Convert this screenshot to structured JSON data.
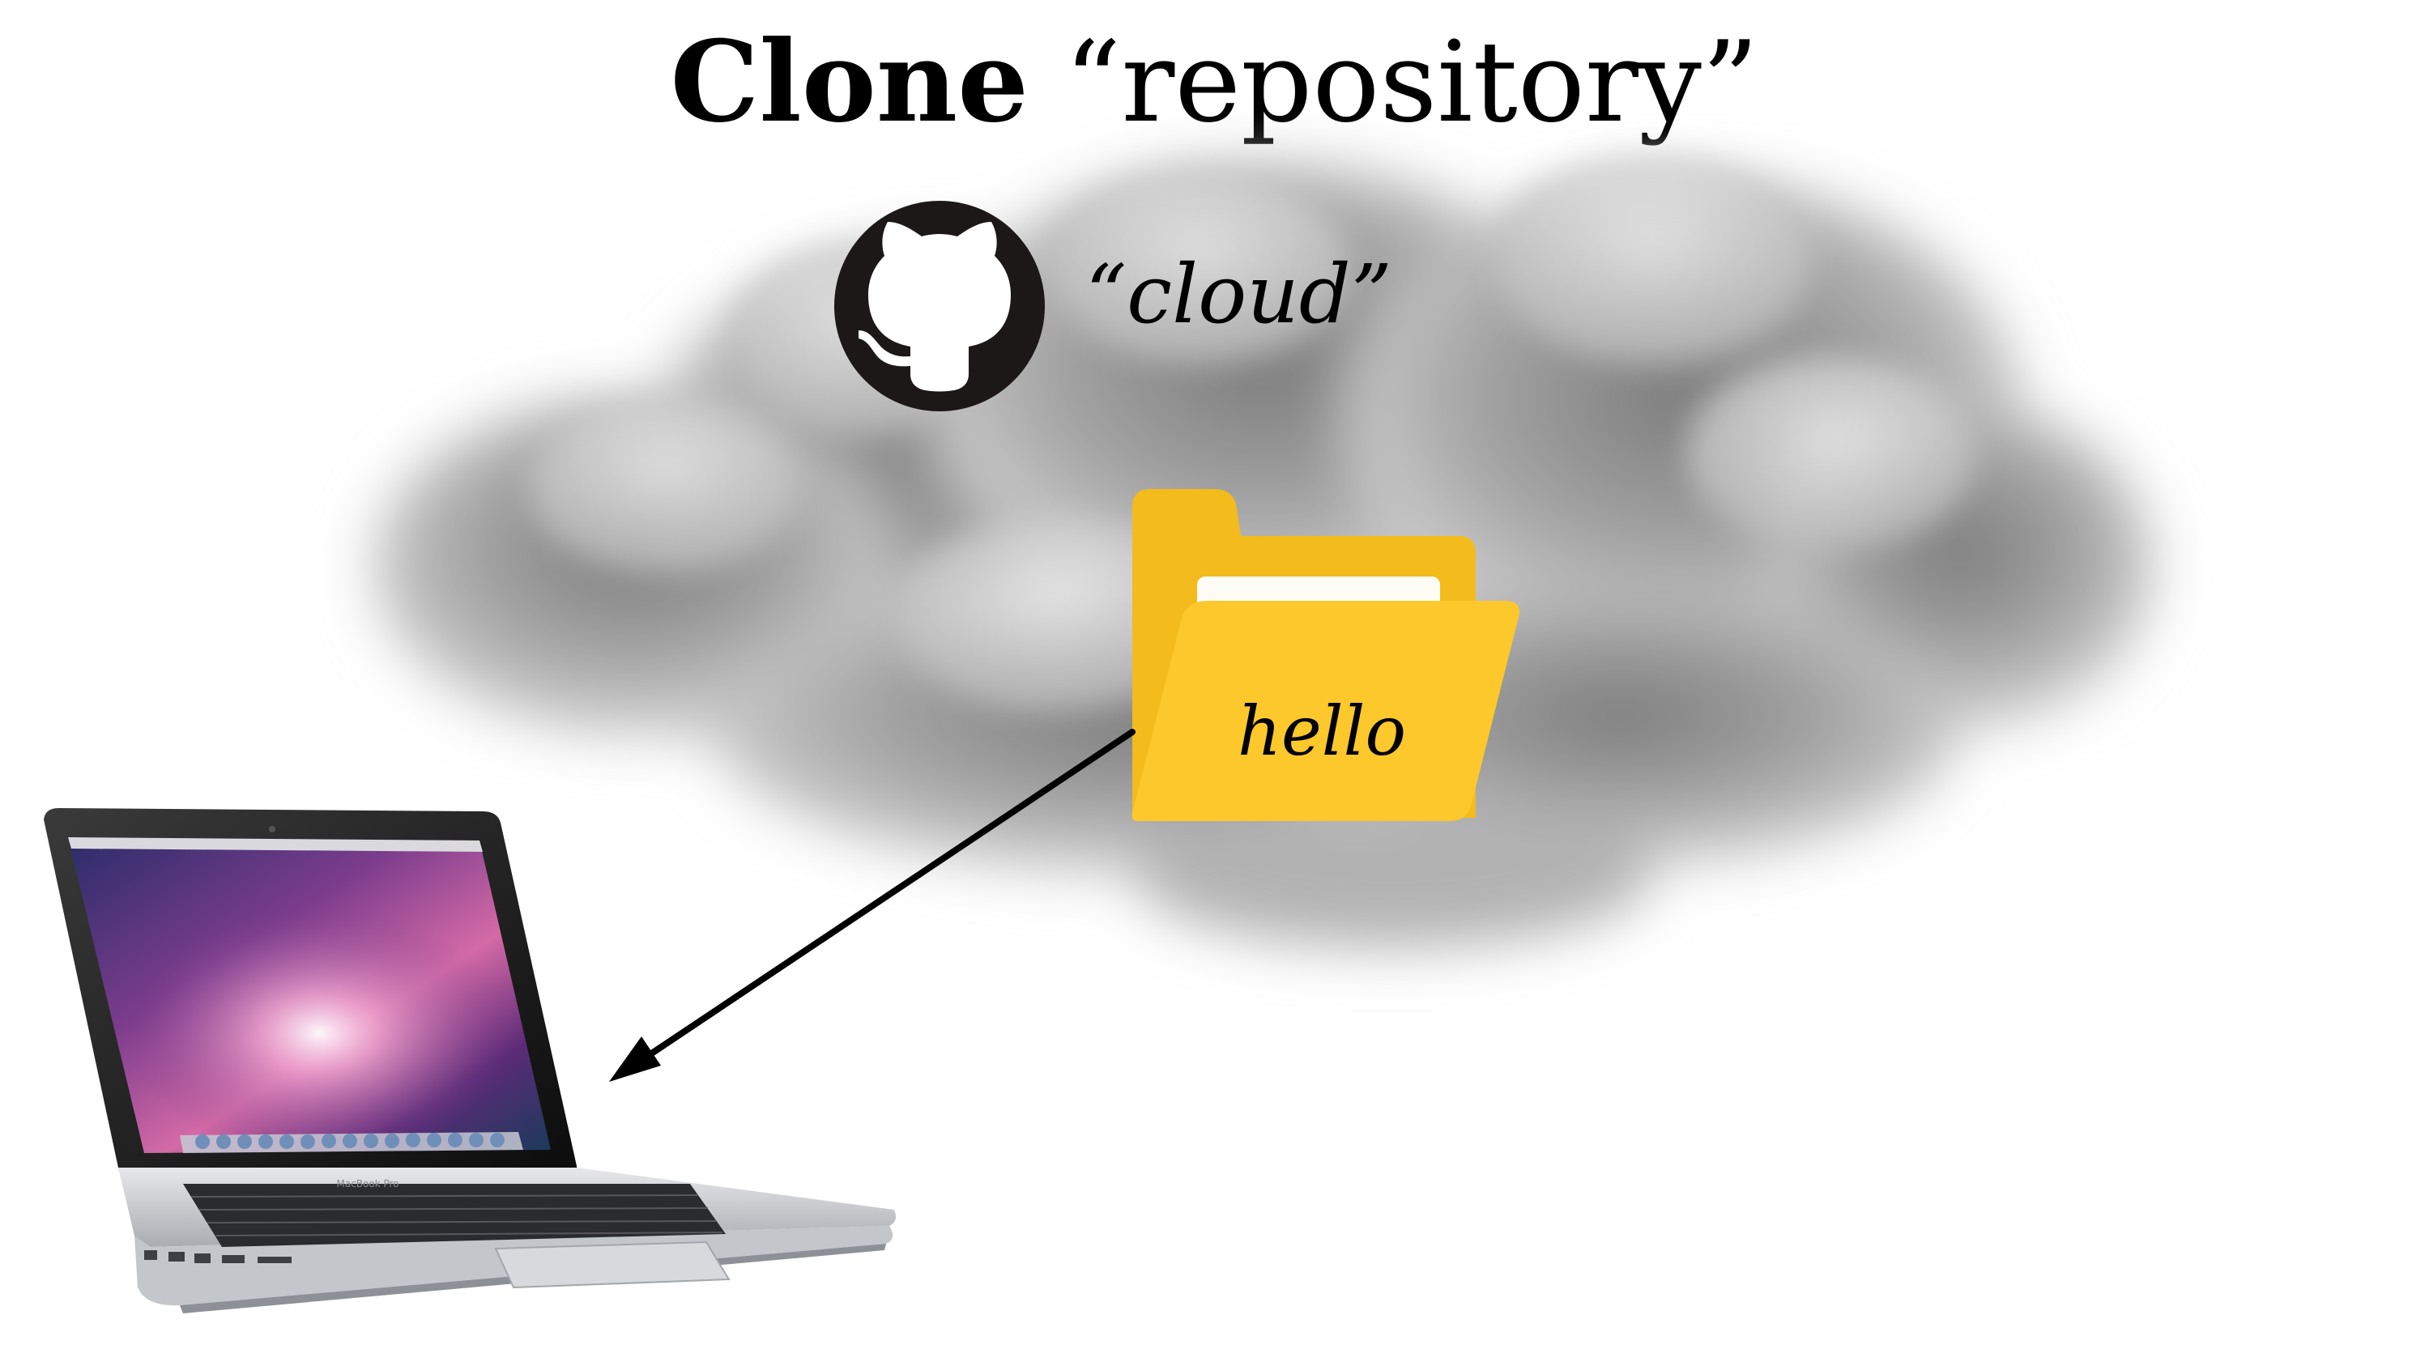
{
  "slide": {
    "title_bold": "Clone",
    "title_rest": " “repository”"
  },
  "cloud": {
    "label": "“cloud”",
    "icon": "github-icon"
  },
  "folder": {
    "label": "hello",
    "icon": "folder-icon",
    "color": "#fcc72b"
  },
  "laptop": {
    "brand_text": "MacBook Pro",
    "icon": "laptop-icon"
  },
  "colors": {
    "arrow": "#000000",
    "cloud": "#9a9a9a",
    "folder_back": "#f5bd1e",
    "folder_front": "#fdc82c"
  }
}
